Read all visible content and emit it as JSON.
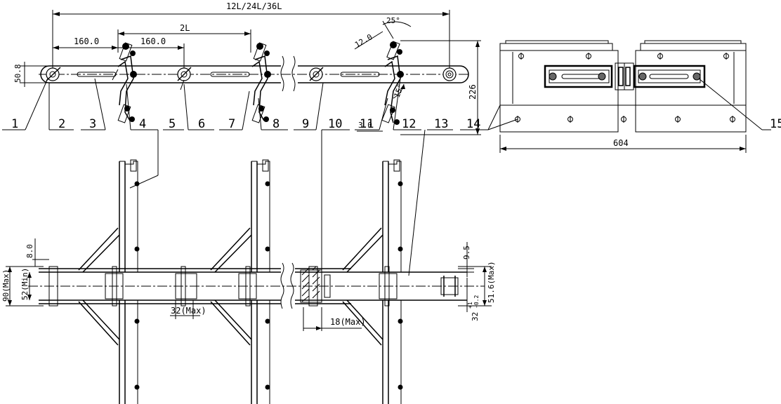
{
  "dimensions": {
    "overall_pitch": "12L/24L/36L",
    "double_pitch": "2L",
    "pitch_1": "160.0",
    "pitch_2": "160.0",
    "roller_dia": "50.8",
    "flight_angle": "25°",
    "flight_offset": "12.0",
    "tilt_angle": "15°",
    "bracket_gap": "3.0",
    "flight_height": "226",
    "bracket_length": "604",
    "max_width": "90(Max)",
    "min_width": "52(Min)",
    "plate_thickness": "8.0",
    "pin_max": "32(Max)",
    "offset_max": "18(Max)",
    "clearance": "9.5",
    "height_max": "51.6(Max)",
    "bush_size": "32",
    "bush_tol_upper": "+1",
    "bush_tol_lower": "-0.2"
  },
  "callouts": [
    "1",
    "2",
    "3",
    "4",
    "5",
    "6",
    "7",
    "8",
    "9",
    "10",
    "11",
    "12",
    "13",
    "14",
    "15"
  ]
}
